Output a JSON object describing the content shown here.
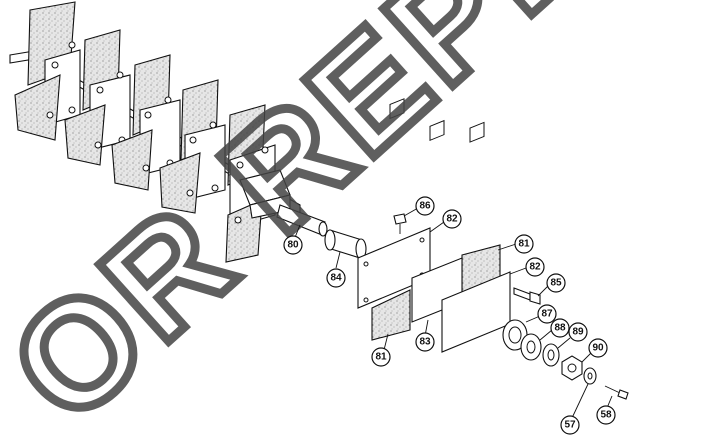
{
  "watermark": "OR REPRO",
  "callouts": [
    {
      "id": "86"
    },
    {
      "id": "82"
    },
    {
      "id": "81"
    },
    {
      "id": "82"
    },
    {
      "id": "85"
    },
    {
      "id": "80"
    },
    {
      "id": "84"
    },
    {
      "id": "87"
    },
    {
      "id": "88"
    },
    {
      "id": "89"
    },
    {
      "id": "90"
    },
    {
      "id": "81"
    },
    {
      "id": "83"
    },
    {
      "id": "57"
    },
    {
      "id": "58"
    }
  ]
}
